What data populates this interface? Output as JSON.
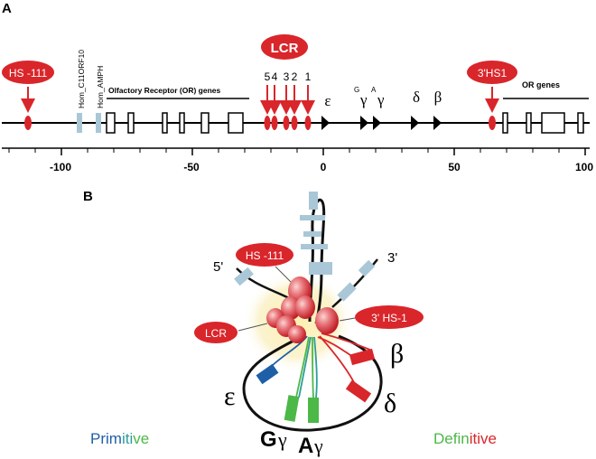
{
  "panel_a": {
    "label": "A",
    "hs111": "HS -111",
    "lcr": "LCR",
    "hs_3": "3'HS1",
    "lcr_sites": [
      "5",
      "4",
      "3",
      "2",
      "1"
    ],
    "hom_c11orf10": "Hom_C11ORF10",
    "hom_amph": "Hom_AMPH",
    "or_genes_left": "Olfactory Receptor (OR) genes",
    "or_genes_right": "OR genes",
    "epsilon": "ε",
    "g_sup": "G",
    "gamma1": "γ",
    "a_sup": "A",
    "gamma2": "γ",
    "delta": "δ",
    "beta": "β",
    "axis_ticks": [
      "-100",
      "-50",
      "0",
      "50",
      "100"
    ]
  },
  "panel_b": {
    "label": "B",
    "five_prime": "5'",
    "three_prime": "3'",
    "hs111": "HS -111",
    "lcr": "LCR",
    "hs_3_1": "3' HS-1",
    "epsilon": "ε",
    "beta": "β",
    "delta": "δ",
    "g": "G",
    "g_gamma": "γ",
    "a": "A",
    "a_gamma": "γ",
    "primitive_parts": [
      "Prim",
      "iti",
      "ve"
    ],
    "definitive_parts": [
      "Defin",
      "itive"
    ]
  },
  "colors": {
    "red": "#d9262b",
    "lightblue": "#a9c7d7",
    "blue": "#1f5fa8",
    "green": "#4cb848",
    "teal": "#2e9c9c",
    "glow": "#fbf1c0"
  }
}
